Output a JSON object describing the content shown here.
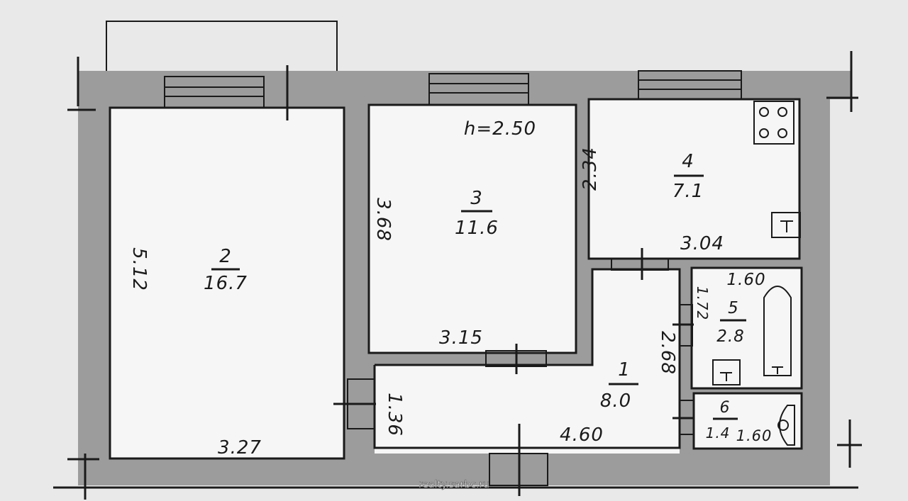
{
  "plan": {
    "ceiling_height": "h=2.50",
    "rooms": [
      {
        "id": "1",
        "number": "1",
        "area": "8.0",
        "dim_width": "4.60",
        "dim_height": "2.68",
        "dim_side": "1.36"
      },
      {
        "id": "2",
        "number": "2",
        "area": "16.7",
        "dim_width": "3.27",
        "dim_height": "5.12"
      },
      {
        "id": "3",
        "number": "3",
        "area": "11.6",
        "dim_width": "3.15",
        "dim_height": "3.68"
      },
      {
        "id": "4",
        "number": "4",
        "area": "7.1",
        "dim_width": "3.04",
        "dim_height": "2.34"
      },
      {
        "id": "5",
        "number": "5",
        "area": "2.8",
        "dim_width": "1.60",
        "dim_height": "1.72"
      },
      {
        "id": "6",
        "number": "6",
        "area": "1.4",
        "dim_width": "1.60"
      }
    ],
    "watermark": "realty.sarbc.ru",
    "colors": {
      "wall": "#9c9c9c",
      "room": "#f6f6f6",
      "ink": "#1a1a1a",
      "paper": "#e9e9e9"
    }
  }
}
